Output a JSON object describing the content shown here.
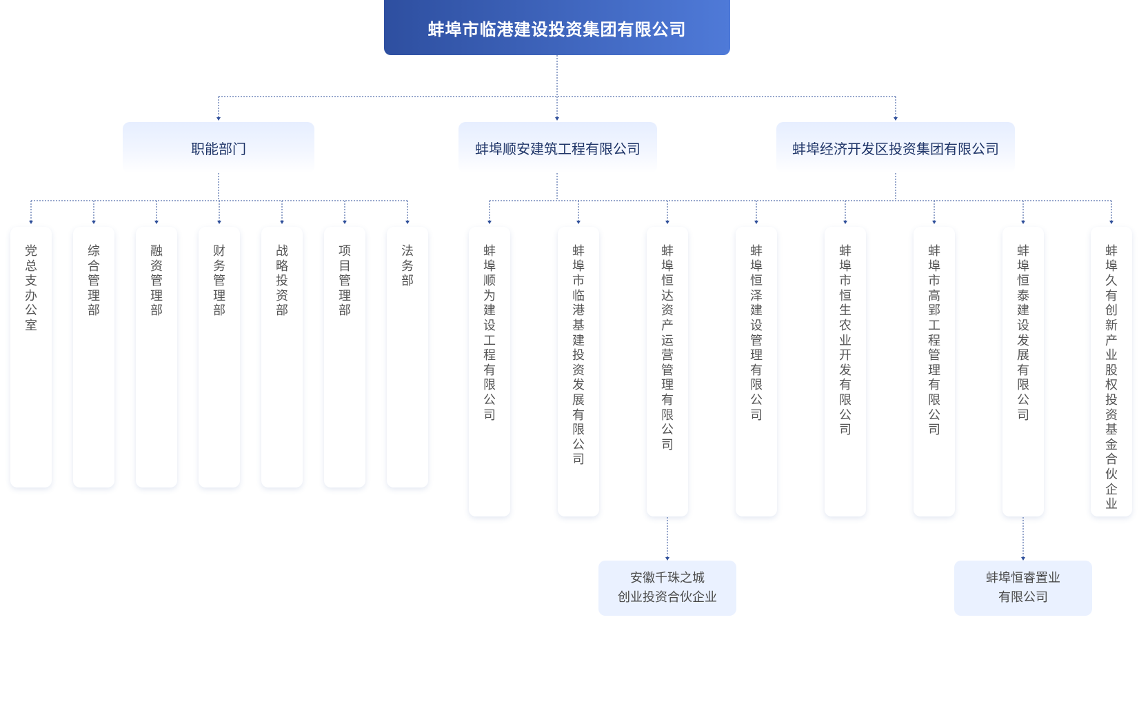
{
  "root": {
    "label": "蚌埠市临港建设投资集团有限公司"
  },
  "departments": {
    "label": "职能部门",
    "items": [
      "党总支办公室",
      "综合管理部",
      "融资管理部",
      "财务管理部",
      "战略投资部",
      "项目管理部",
      "法务部"
    ]
  },
  "shunan": {
    "label": "蚌埠顺安建筑工程有限公司"
  },
  "jingkai": {
    "label": "蚌埠经济开发区投资集团有限公司"
  },
  "subsidiaries": {
    "items": [
      "蚌埠顺为建设工程有限公司",
      "蚌埠市临港基建投资发展有限公司",
      "蚌埠恒达资产运营管理有限公司",
      "蚌埠恒泽建设管理有限公司",
      "蚌埠市恒生农业开发有限公司",
      "蚌埠市高郢工程管理有限公司",
      "蚌埠恒泰建设发展有限公司",
      "蚌埠久有创新产业股权投资基金合伙企业"
    ]
  },
  "level3": {
    "anhui_line1": "安徽千珠之城",
    "anhui_line2": "创业投资合伙企业",
    "hengrui_line1": "蚌埠恒睿置业",
    "hengrui_line2": "有限公司"
  }
}
